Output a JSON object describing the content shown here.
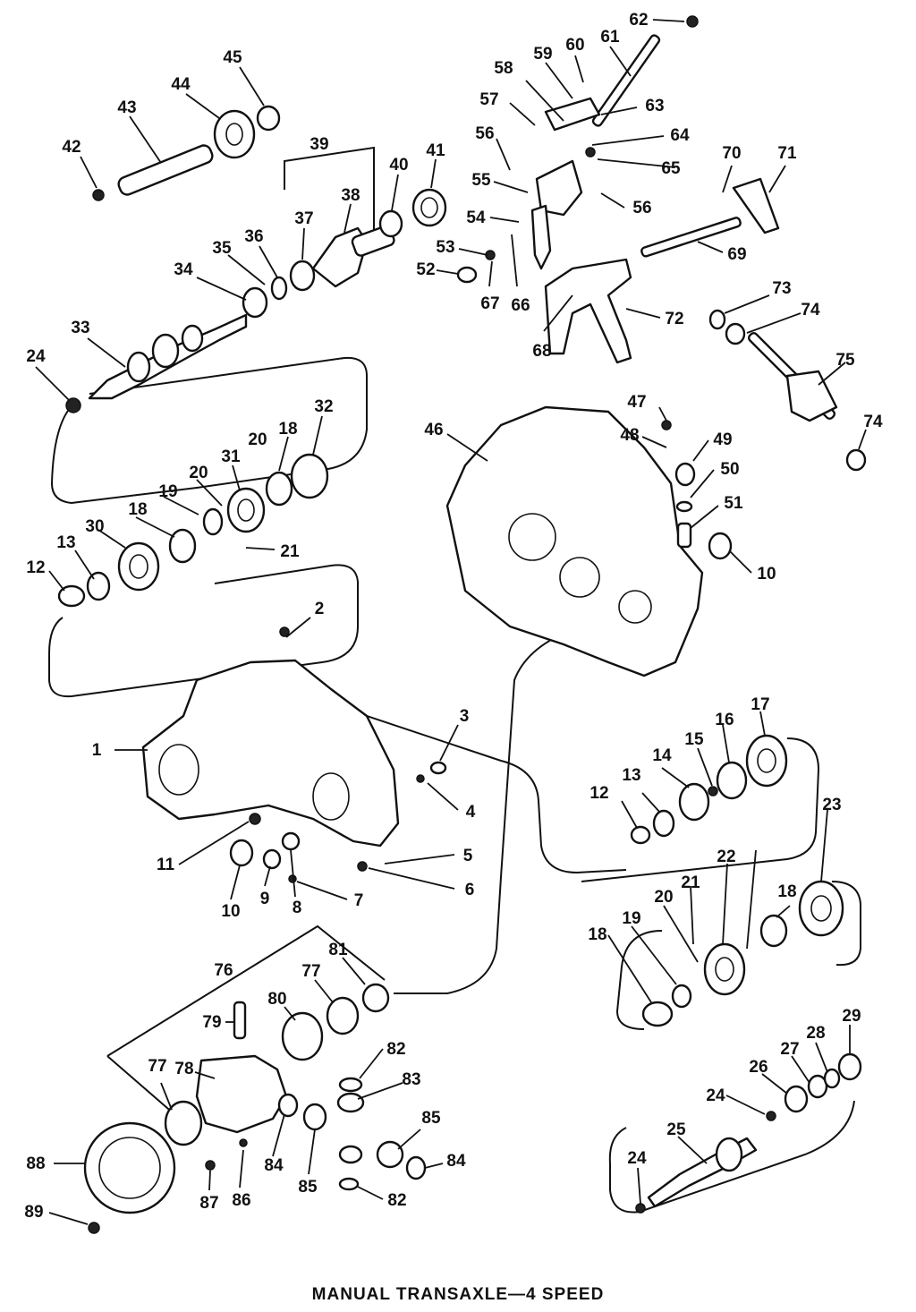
{
  "caption": "MANUAL TRANSAXLE—4 SPEED",
  "callouts": [
    "1",
    "2",
    "3",
    "4",
    "5",
    "6",
    "7",
    "8",
    "9",
    "10",
    "10",
    "11",
    "12",
    "12",
    "13",
    "13",
    "14",
    "15",
    "16",
    "17",
    "18",
    "18",
    "18",
    "18",
    "19",
    "19",
    "20",
    "20",
    "20",
    "21",
    "21",
    "22",
    "23",
    "24",
    "24",
    "24",
    "25",
    "26",
    "27",
    "28",
    "29",
    "30",
    "31",
    "32",
    "33",
    "34",
    "35",
    "36",
    "37",
    "38",
    "39",
    "40",
    "41",
    "42",
    "43",
    "44",
    "45",
    "46",
    "47",
    "48",
    "49",
    "50",
    "51",
    "52",
    "53",
    "54",
    "55",
    "56",
    "56",
    "57",
    "58",
    "59",
    "60",
    "61",
    "62",
    "63",
    "64",
    "65",
    "66",
    "67",
    "68",
    "69",
    "70",
    "71",
    "72",
    "73",
    "74",
    "74",
    "75",
    "76",
    "77",
    "77",
    "78",
    "79",
    "80",
    "81",
    "82",
    "82",
    "83",
    "84",
    "84",
    "85",
    "85",
    "86",
    "87",
    "88",
    "89"
  ]
}
